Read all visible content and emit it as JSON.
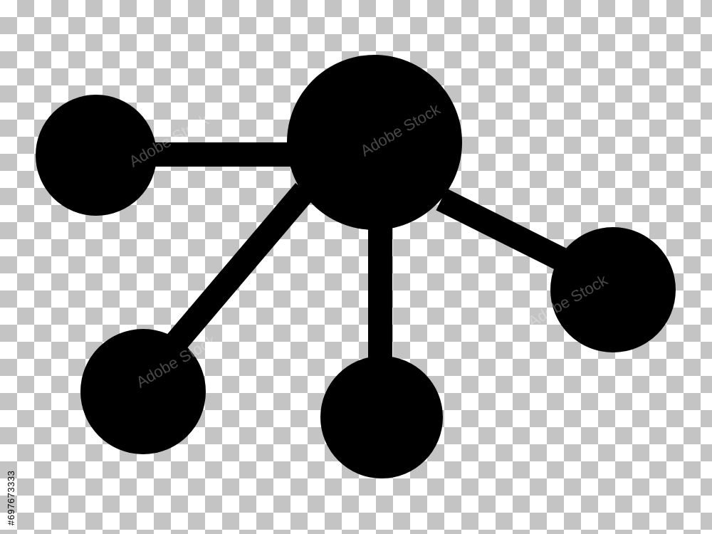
{
  "image": {
    "background": "transparency-checkerboard",
    "icon_name": "network-share-icon",
    "icon_color": "#000000",
    "checker_color": "#c4c4c4"
  },
  "watermark": {
    "text": "Adobe Stock"
  },
  "stock_id": "#697673333"
}
